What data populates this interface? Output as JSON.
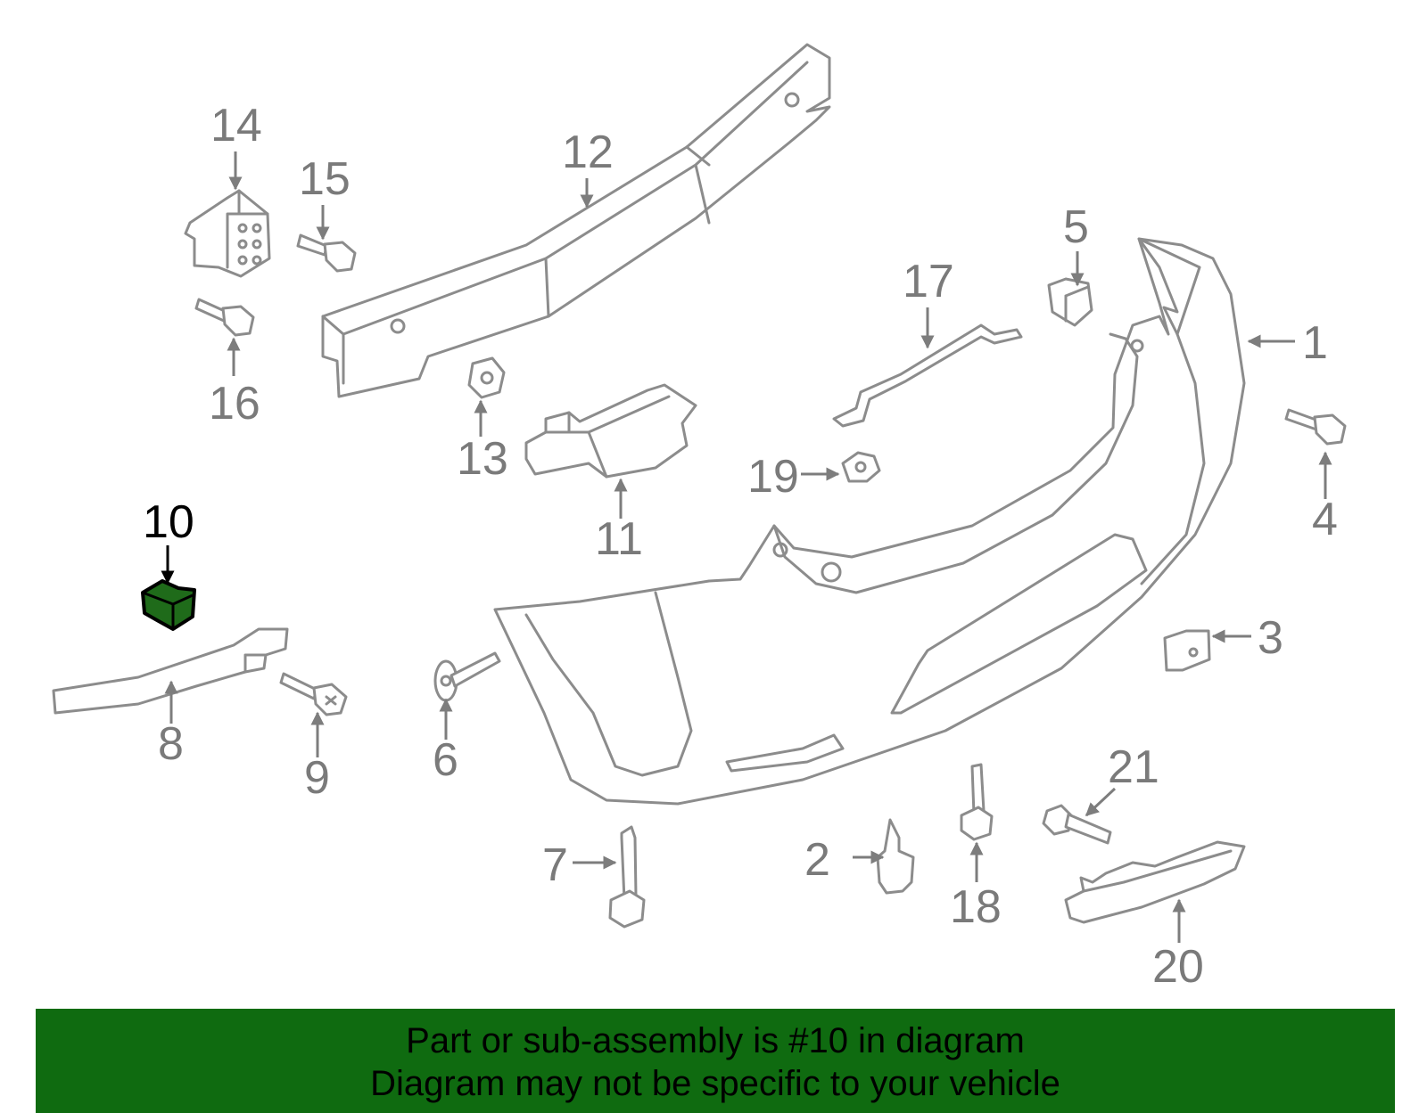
{
  "diagram": {
    "highlighted_part": "10",
    "highlight_color": "#1f6b1a",
    "banner_color": "#0f6b10",
    "callouts": [
      "1",
      "2",
      "3",
      "4",
      "5",
      "6",
      "7",
      "8",
      "9",
      "10",
      "11",
      "12",
      "13",
      "14",
      "15",
      "16",
      "17",
      "18",
      "19",
      "20",
      "21"
    ]
  },
  "banner": {
    "line1": "Part or sub-assembly is #10 in diagram",
    "line2": "Diagram may not be specific to your vehicle"
  }
}
